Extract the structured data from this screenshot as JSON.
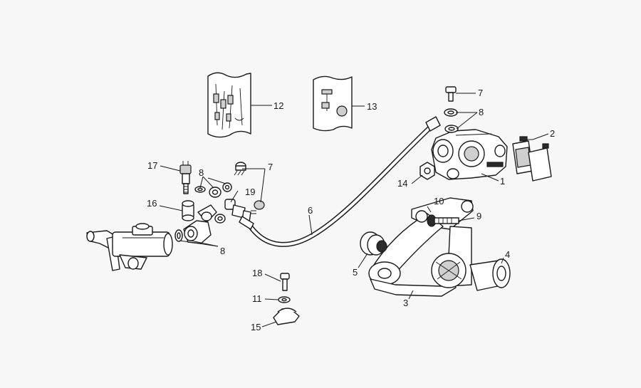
{
  "diagram": {
    "callouts": [
      "1",
      "2",
      "3",
      "4",
      "5",
      "6",
      "7",
      "8",
      "9",
      "10",
      "11",
      "12",
      "13",
      "14",
      "15",
      "16",
      "17",
      "18",
      "19"
    ],
    "labels": {
      "p1": "1",
      "p2": "2",
      "p3": "3",
      "p4": "4",
      "p5": "5",
      "p6": "6",
      "p7a": "7",
      "p7b": "7",
      "p8a": "8",
      "p8b": "8",
      "p8c": "8",
      "p9": "9",
      "p10": "10",
      "p11": "11",
      "p12": "12",
      "p13": "13",
      "p14": "14",
      "p15": "15",
      "p16": "16",
      "p17": "17",
      "p18": "18",
      "p19": "19"
    },
    "colors": {
      "background": "#f7f7f7",
      "ink": "#1a1a1a",
      "paper": "#ffffff"
    }
  }
}
